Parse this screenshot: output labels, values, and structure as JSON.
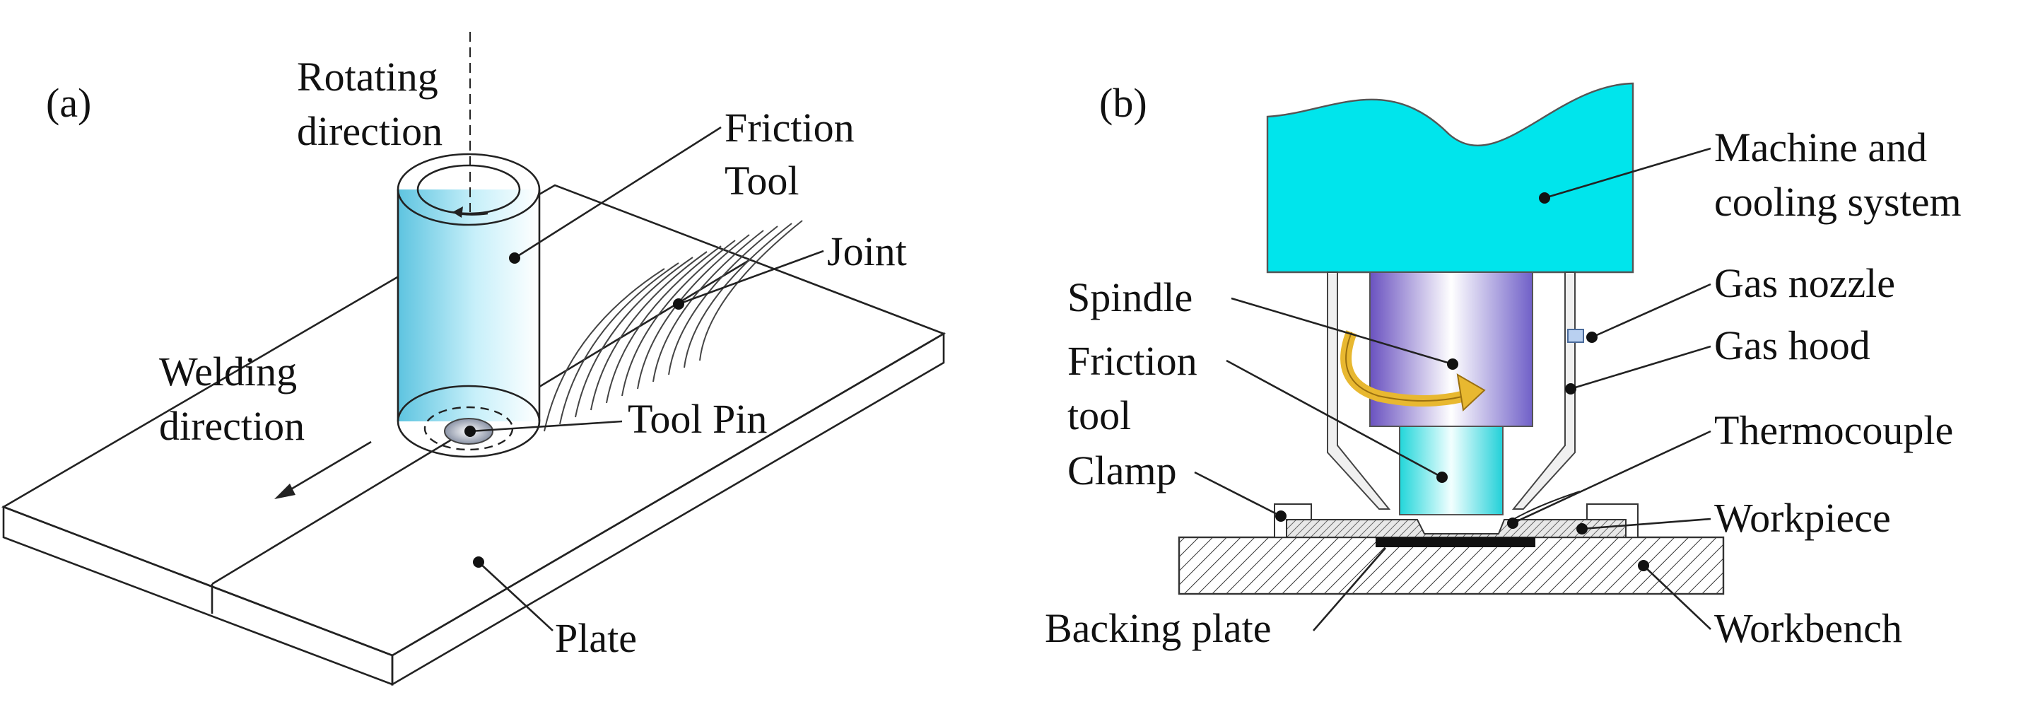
{
  "panel_a": {
    "panel_label": "(a)",
    "rotating_direction": [
      "Rotating",
      "direction"
    ],
    "friction_tool": [
      "Friction",
      "Tool"
    ],
    "joint": "Joint",
    "welding_direction": [
      "Welding",
      "direction"
    ],
    "tool_pin": "Tool Pin",
    "plate": "Plate"
  },
  "panel_b": {
    "panel_label": "(b)",
    "machine": [
      "Machine and",
      "cooling system"
    ],
    "gas_nozzle": "Gas nozzle",
    "gas_hood": "Gas hood",
    "thermocouple": "Thermocouple",
    "workpiece": "Workpiece",
    "workbench": "Workbench",
    "spindle": "Spindle",
    "friction_tool": [
      "Friction",
      "tool"
    ],
    "clamp": "Clamp",
    "backing_plate": "Backing plate"
  },
  "colors": {
    "tool_cyan": "#00e5ec",
    "spindle_violet": "#7a5ac8",
    "arrow_gold": "#e8b830"
  }
}
